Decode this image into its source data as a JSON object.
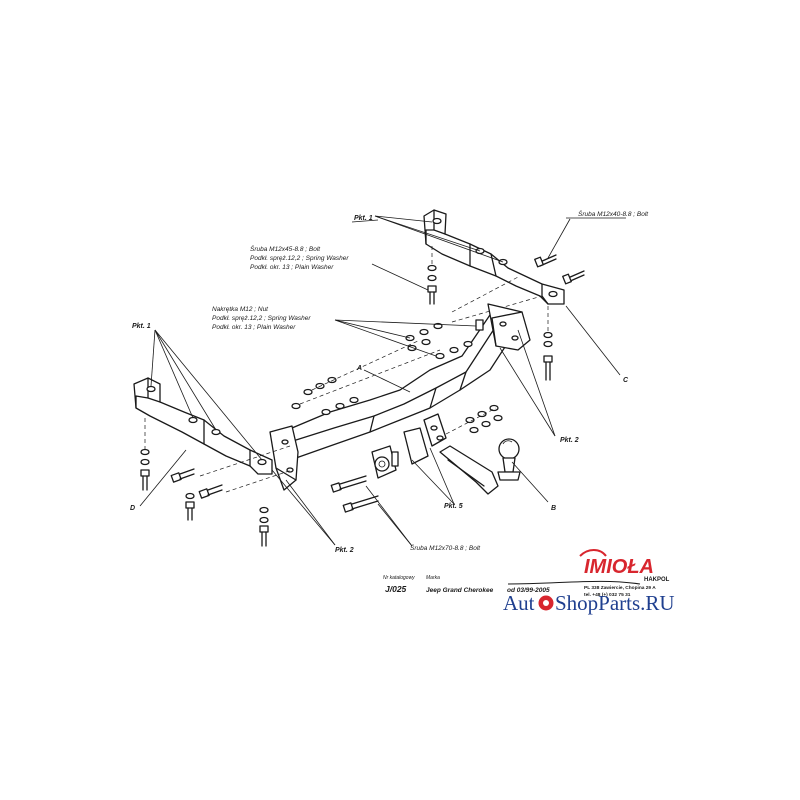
{
  "labels": {
    "pkt1_top": "Pkt. 1",
    "pkt1_left": "Pkt. 1",
    "pkt2_right": "Pkt. 2",
    "pkt2_bottom": "Pkt. 2",
    "pkt5": "Pkt. 5",
    "letter_a": "A",
    "letter_b": "B",
    "letter_c": "C",
    "letter_d": "D"
  },
  "callouts": {
    "bolt_m12x40": "Śruba M12x40-8.8 ;  Bolt",
    "bolt_m12x45": [
      "Śruba M12x45-8.8 ;  Bolt",
      "Podkł. spręż.12,2 ; Spring Washer",
      "Podkł. okr. 13 ; Plain Washer"
    ],
    "nut_m12": [
      "Nakrętka  M12 ; Nut",
      "Podkł. spręż.12,2 ; Spring Washer",
      "Podkł. okr. 13 ; Plain Washer"
    ],
    "bolt_m12x70": "Śruba M12x70-8.8 ;  Bolt"
  },
  "title_block": {
    "catalog_header": "Nr katalogowy",
    "catalog_value": "J/025",
    "brand_header": "Marka",
    "brand_value": "Jeep Grand Cherokee",
    "date_value": "od 03/99-2005"
  },
  "company": {
    "logo_text": "IMIOŁA",
    "logo_sub": "HAKPOL",
    "address_line1": "PL 338 Zawiercie, Chopina 29 A",
    "address_line2": "tel. +48 (+) 032 75 31"
  },
  "watermark": {
    "prefix": "Aut",
    "suffix": "ShopParts.RU"
  },
  "colors": {
    "ink": "#1a1a1a",
    "logo_red": "#d8262e",
    "watermark_blue": "#1f3f8f",
    "watermark_red": "#d8262e"
  }
}
